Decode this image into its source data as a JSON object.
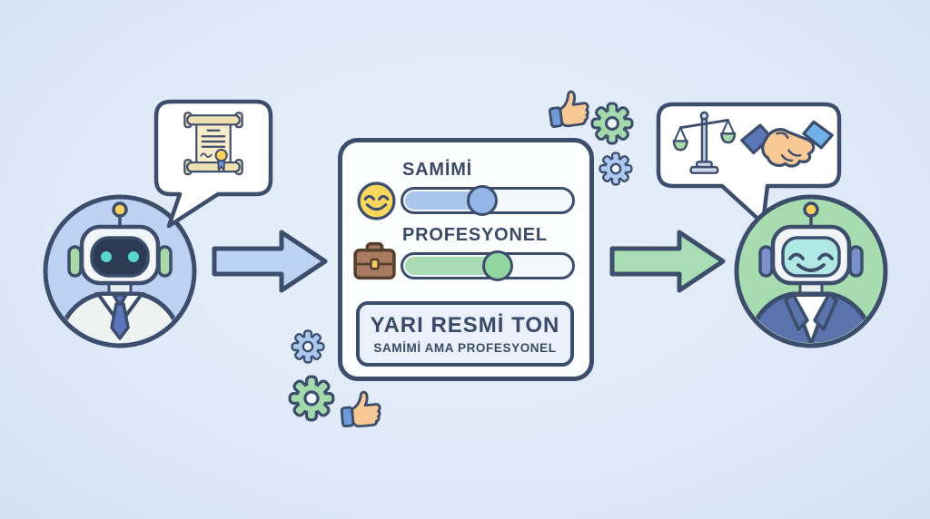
{
  "palette": {
    "background": "#e0eaf8",
    "outline_navy": "#3d4e6d",
    "left_avatar_circle": "#bdd2f2",
    "right_avatar_circle": "#a6dcb0",
    "arrow_left_blue": "#bdd3f3",
    "arrow_right_green": "#a9ddb4",
    "slider_blue_fill": "#a9c6ee",
    "slider_blue_thumb": "#93b5e8",
    "slider_green_fill": "#a9dcb2",
    "slider_green_thumb": "#92d6a2",
    "accent_yellow": "#f6d05a",
    "robot_eye_teal": "#57d7ca"
  },
  "left_section": {
    "avatar": "formal-robot-with-tie",
    "bubble_icon": "certificate-scroll"
  },
  "center_panel": {
    "sliders": [
      {
        "icon": "smiley-face",
        "label": "SAMİMİ",
        "value_percent": 47,
        "color": "blue"
      },
      {
        "icon": "briefcase",
        "label": "PROFESYONEL",
        "value_percent": 56,
        "color": "green"
      }
    ],
    "result_box": {
      "title": "YARI RESMİ TON",
      "subtitle": "SAMİMİ AMA PROFESYONEL"
    }
  },
  "right_section": {
    "avatar": "friendly-professional-robot",
    "bubble_icons": [
      "balance-scale",
      "handshake"
    ]
  },
  "decorations": [
    "thumbs-up",
    "green-gear",
    "blue-gear",
    "blue-gear",
    "green-gear",
    "thumbs-up"
  ]
}
